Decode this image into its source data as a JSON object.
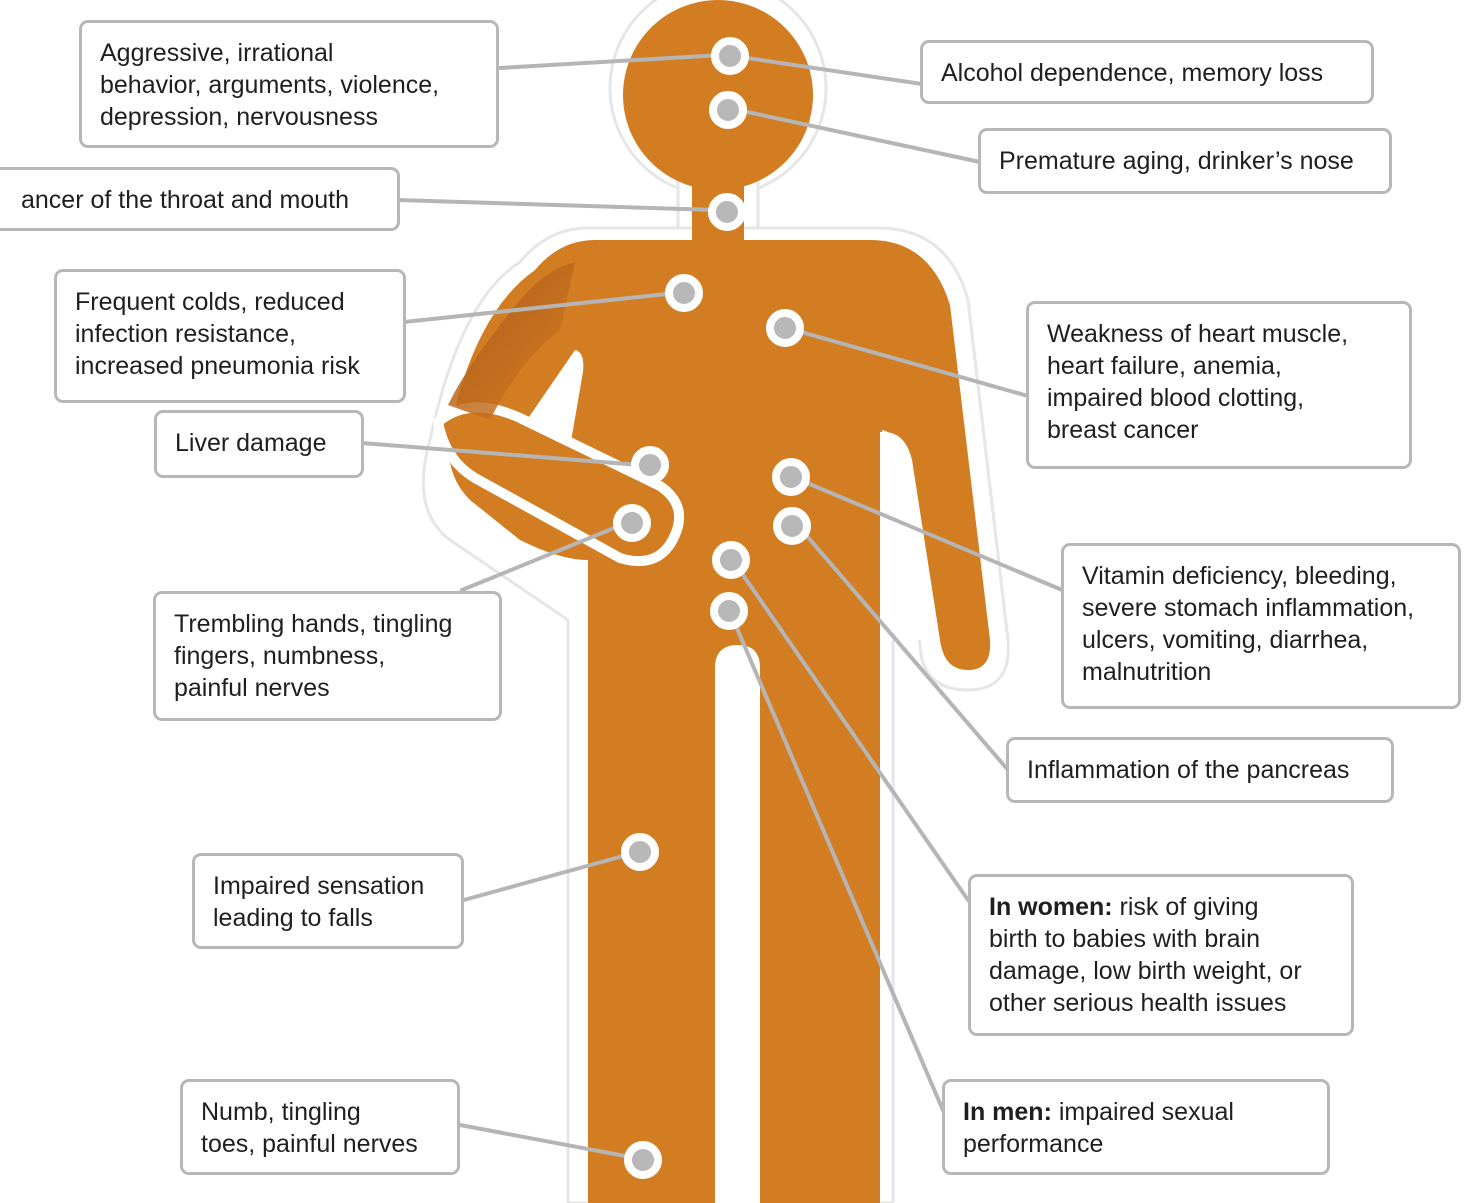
{
  "colors": {
    "figure": "#d27d22",
    "figure_dark": "#b4621a",
    "figure_outline": "#ffffff",
    "connector": "#b5b5b5",
    "box_border": "#b7b7b7",
    "text": "#1f1f1f"
  },
  "labels": {
    "behavior": {
      "lines": [
        "Aggressive, irrational",
        "behavior, arguments, violence,",
        "depression, nervousness"
      ]
    },
    "alcohol": {
      "lines": [
        "Alcohol dependence, memory loss"
      ]
    },
    "aging": {
      "lines": [
        "Premature aging, drinker’s nose"
      ]
    },
    "throat": {
      "lines": [
        "ancer of the throat and mouth"
      ]
    },
    "colds": {
      "lines": [
        "Frequent colds, reduced",
        "infection resistance,",
        "increased pneumonia risk"
      ]
    },
    "heart": {
      "lines": [
        "Weakness of heart muscle,",
        "heart failure, anemia,",
        "impaired blood clotting,",
        "breast cancer"
      ]
    },
    "liver": {
      "lines": [
        "Liver damage"
      ]
    },
    "hands": {
      "lines": [
        "Trembling hands, tingling",
        "fingers, numbness,",
        "painful nerves"
      ]
    },
    "stomach": {
      "lines": [
        "Vitamin deficiency, bleeding,",
        "severe stomach inflammation,",
        "ulcers, vomiting, diarrhea,",
        "malnutrition"
      ]
    },
    "pancreas": {
      "lines": [
        "Inflammation of the pancreas"
      ]
    },
    "sensation": {
      "lines": [
        "Impaired sensation",
        "leading to falls"
      ]
    },
    "women": {
      "lead": "In women:",
      "lines": [
        " risk of giving",
        "birth to babies with brain",
        "damage, low birth weight, or",
        "other serious health issues"
      ]
    },
    "toes": {
      "lines": [
        "Numb, tingling",
        "toes, painful nerves"
      ]
    },
    "men": {
      "lead": "In men:",
      "lines": [
        " impaired sexual",
        "performance"
      ]
    }
  }
}
